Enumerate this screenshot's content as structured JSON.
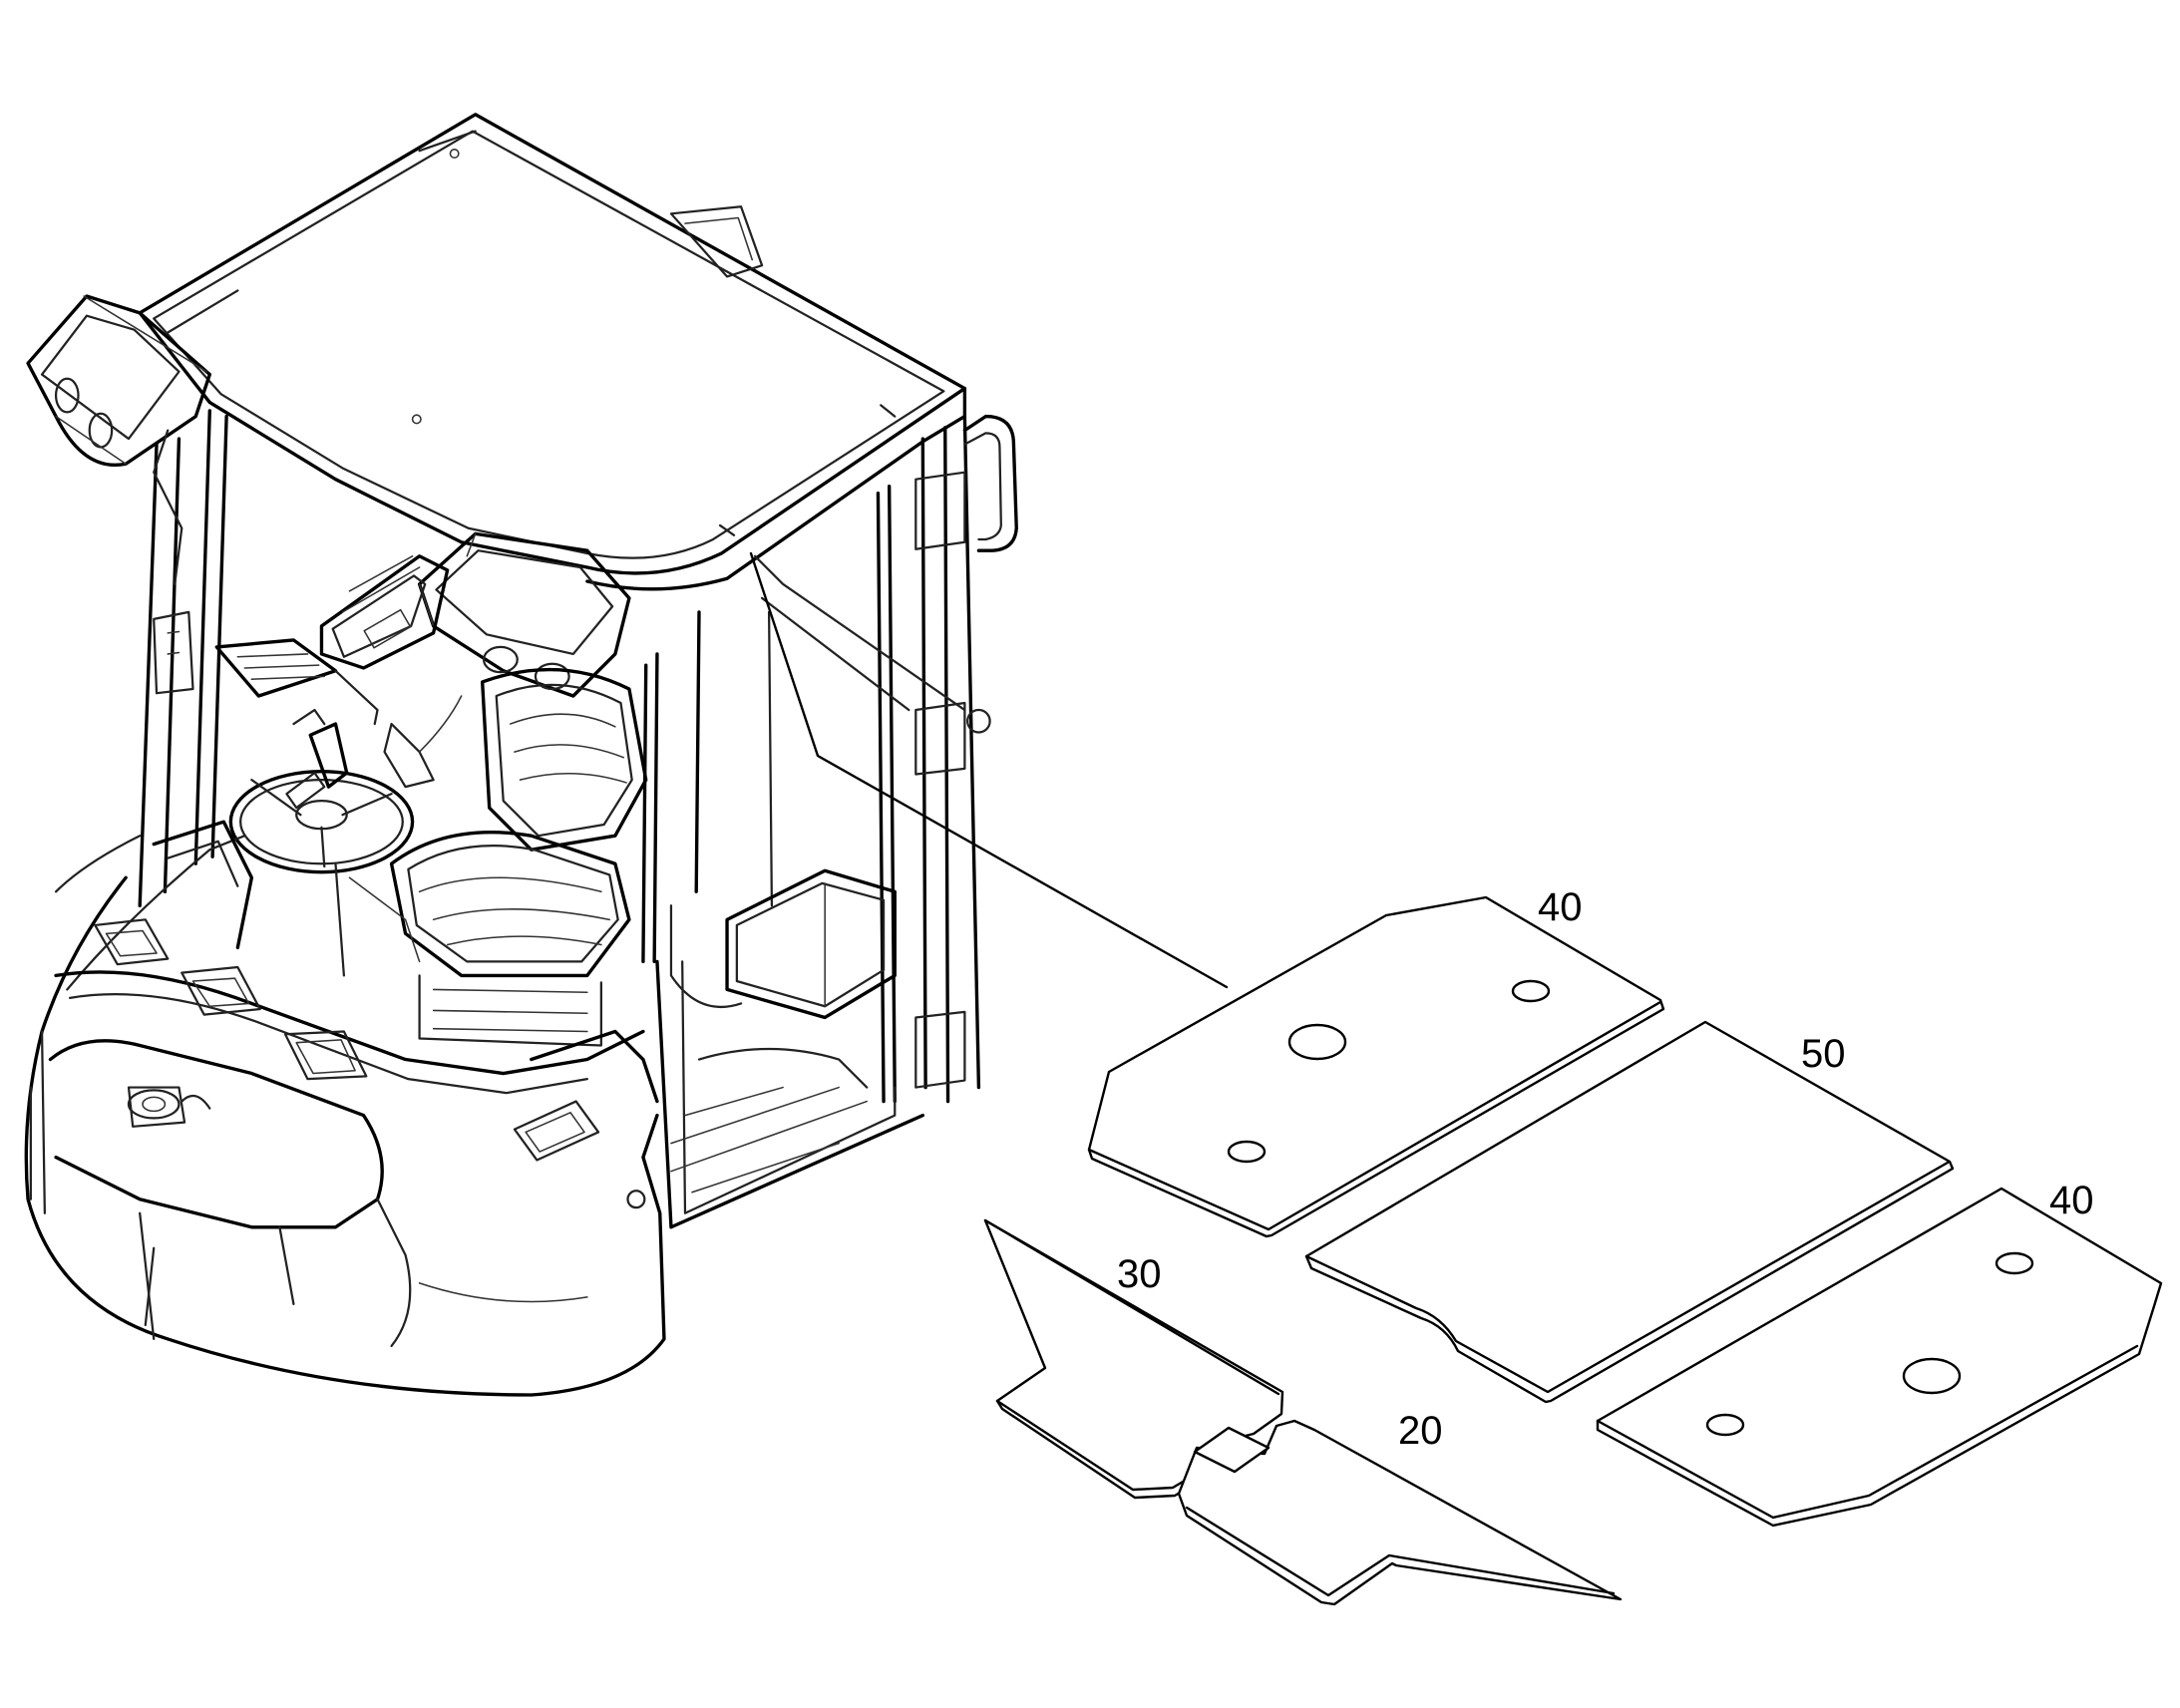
{
  "diagram": {
    "parts": [
      {
        "id": "part-40-rear",
        "label": "40"
      },
      {
        "id": "part-50",
        "label": "50"
      },
      {
        "id": "part-40-front",
        "label": "40"
      },
      {
        "id": "part-30",
        "label": "30"
      },
      {
        "id": "part-20",
        "label": "20"
      }
    ]
  }
}
